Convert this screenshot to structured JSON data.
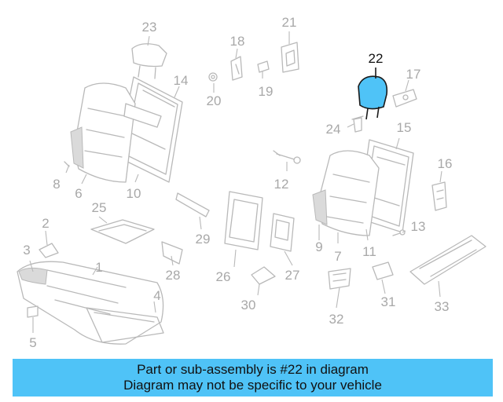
{
  "diagram": {
    "highlight_color": "#4fc3f7",
    "selected_part": "22",
    "callouts": {
      "p1": "1",
      "p2": "2",
      "p3": "3",
      "p4": "4",
      "p5": "5",
      "p6": "6",
      "p7": "7",
      "p8": "8",
      "p9": "9",
      "p10": "10",
      "p11": "11",
      "p12": "12",
      "p13": "13",
      "p14": "14",
      "p15": "15",
      "p16": "16",
      "p17": "17",
      "p18": "18",
      "p19": "19",
      "p20": "20",
      "p21": "21",
      "p22": "22",
      "p23": "23",
      "p24": "24",
      "p25": "25",
      "p26": "26",
      "p27": "27",
      "p28": "28",
      "p29": "29",
      "p30": "30",
      "p31": "31",
      "p32": "32",
      "p33": "33"
    }
  },
  "banner": {
    "line1": "Part or sub-assembly is #22 in diagram",
    "line2": "Diagram may not be specific to your vehicle"
  }
}
